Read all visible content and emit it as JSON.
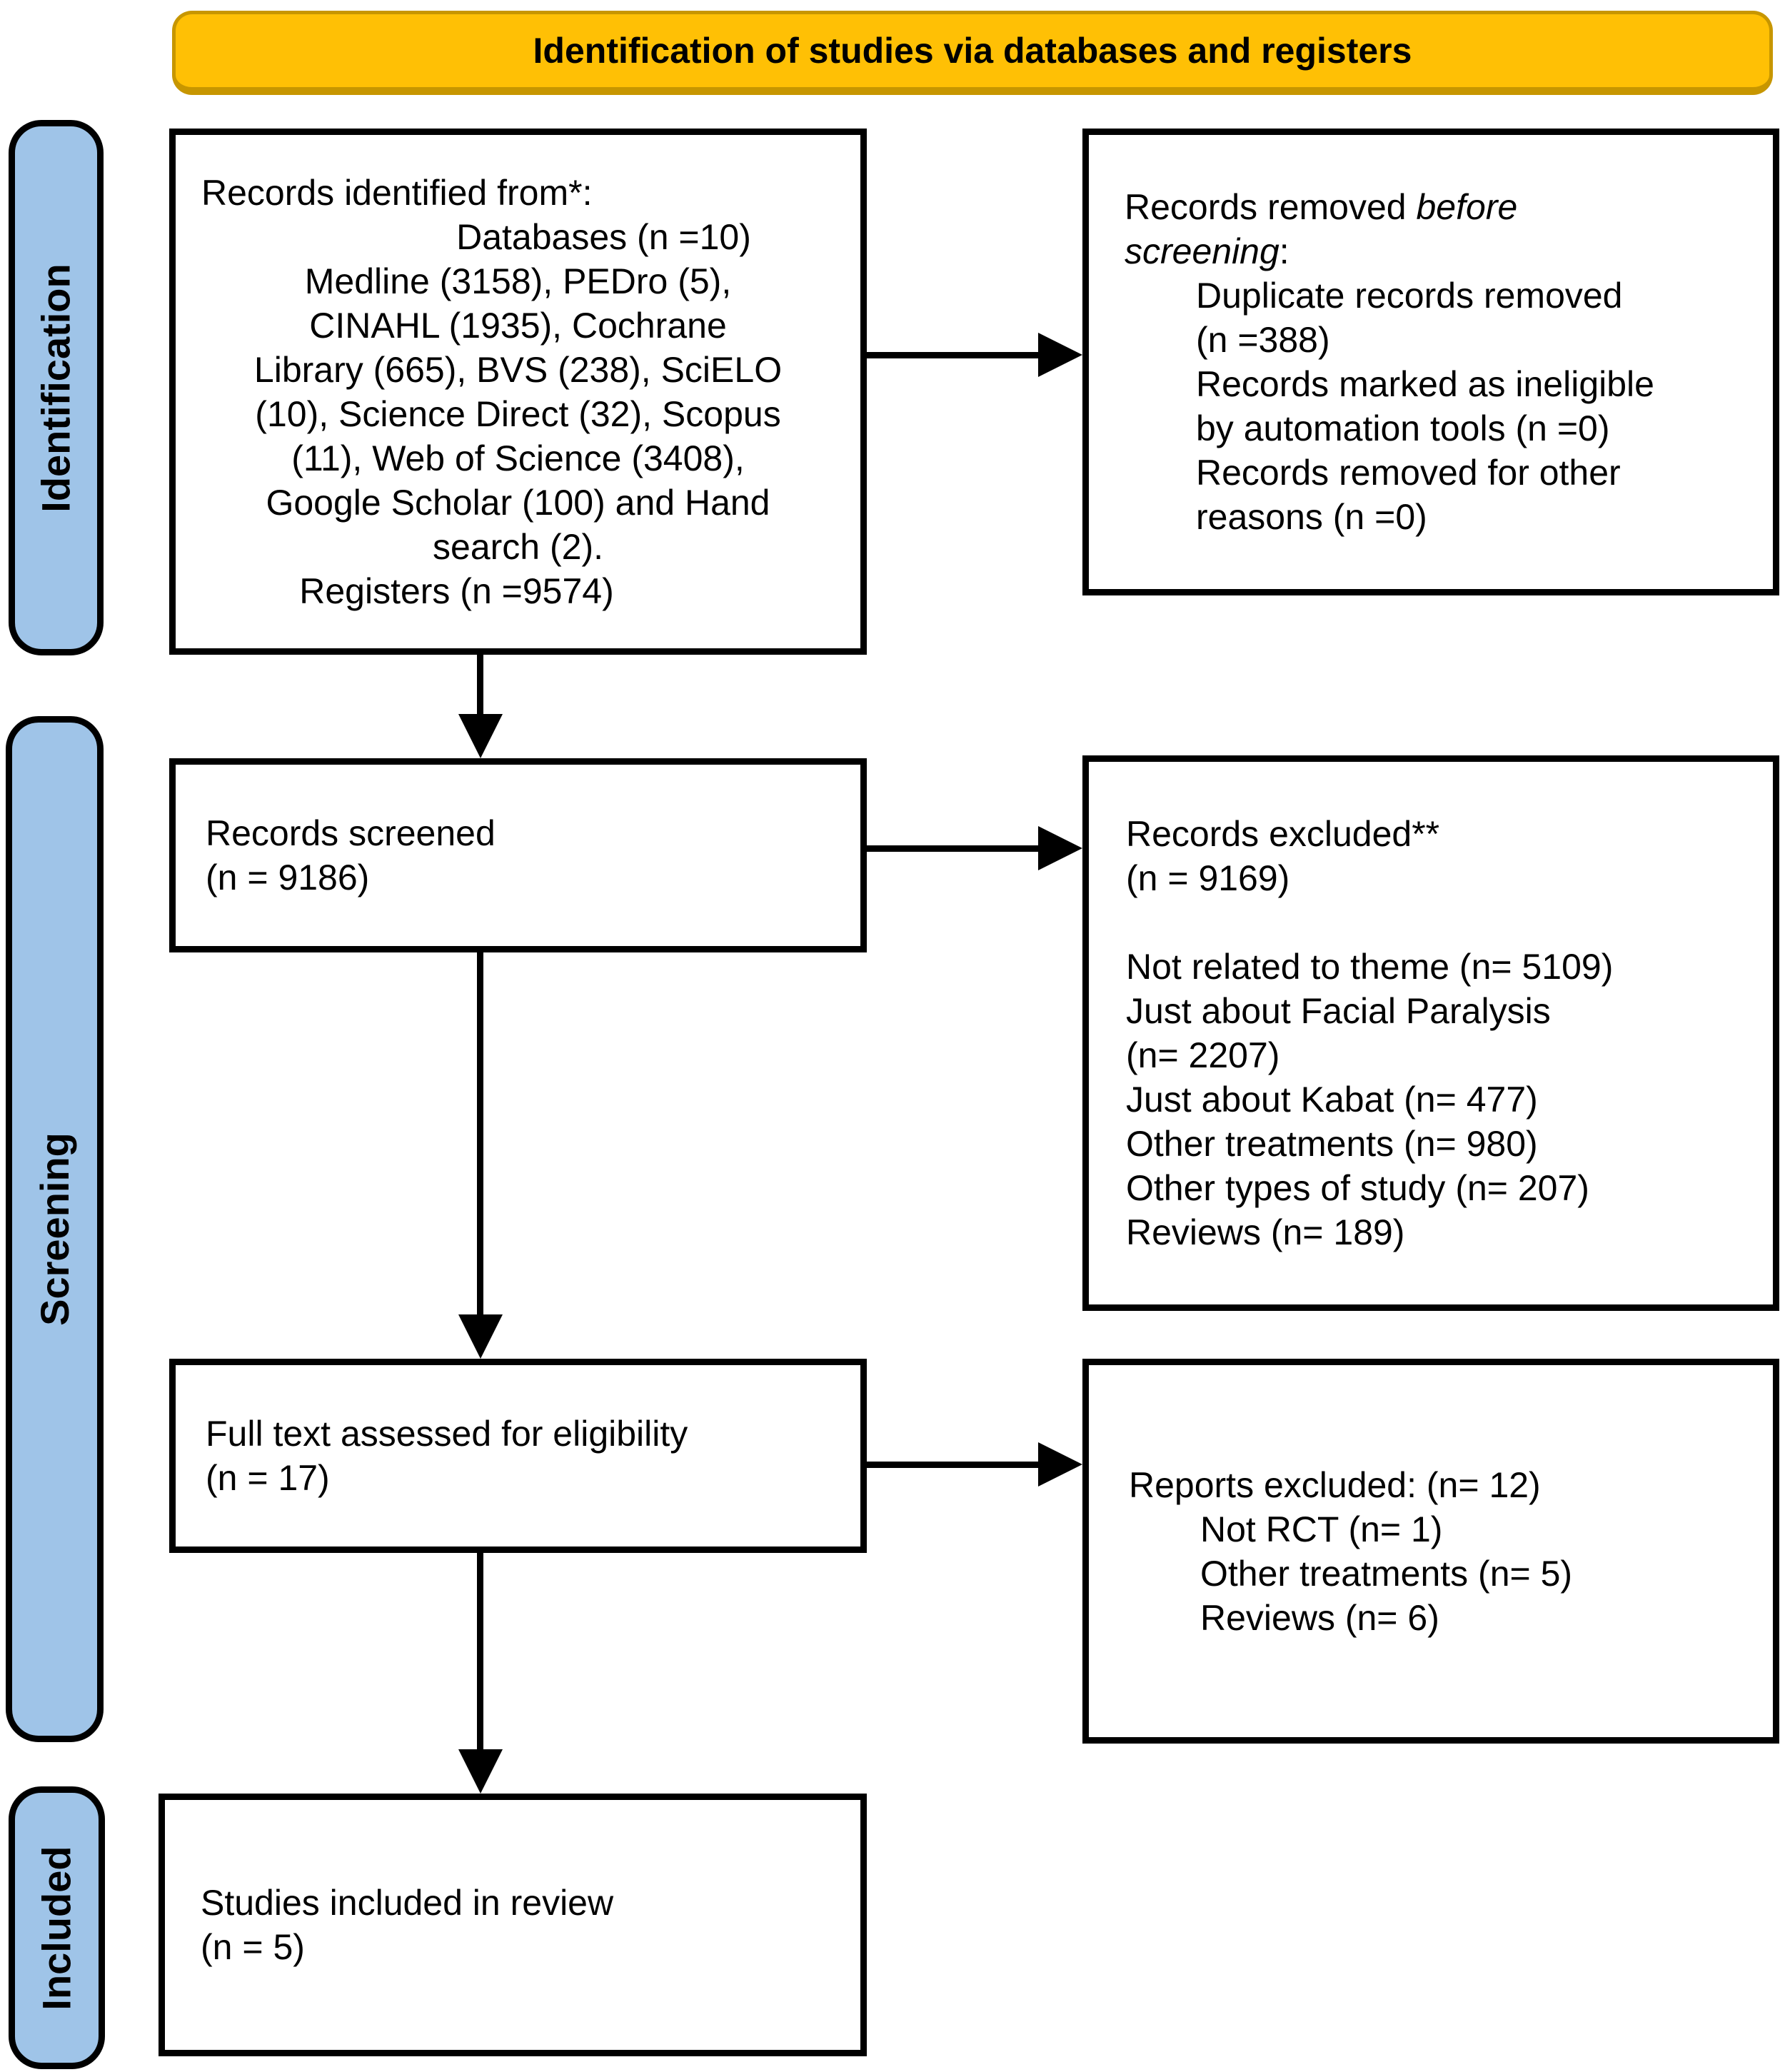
{
  "banner": {
    "label": "Identification of studies via databases and registers"
  },
  "stages": {
    "identification": "Identification",
    "screening": "Screening",
    "included": "Included"
  },
  "boxes": {
    "identified": {
      "lines": [
        "Records identified from*:",
        "Databases (n =10)",
        "Medline (3158), PEDro (5),",
        "CINAHL (1935), Cochrane",
        "Library (665), BVS (238), SciELO",
        "(10), Science Direct (32), Scopus",
        "(11), Web of Science (3408),",
        "Google Scholar (100) and Hand",
        "search (2).",
        "Registers (n =9574)"
      ]
    },
    "removed": {
      "intro_line1_normal": "Records removed ",
      "intro_line1_italic": "before",
      "intro_line2_italic": "screening",
      "intro_line2_punct": ":",
      "items": [
        [
          "Duplicate records removed",
          "(n =388)"
        ],
        [
          "Records marked as ineligible",
          "by automation tools (n =0)"
        ],
        [
          "Records removed for other",
          "reasons (n =0)"
        ]
      ]
    },
    "screened": {
      "lines": [
        "Records screened",
        "(n = 9186)"
      ]
    },
    "excluded": {
      "lines": [
        "Records excluded**",
        "(n = 9169)",
        "",
        "Not related to theme (n= 5109)",
        "Just about Facial Paralysis",
        "(n= 2207)",
        "Just about Kabat (n= 477)",
        "Other treatments (n= 980)",
        "Other types of study (n= 207)",
        "Reviews (n= 189)"
      ]
    },
    "fulltext": {
      "lines": [
        "Full text assessed for eligibility",
        "(n = 17)"
      ]
    },
    "reports": {
      "intro": "Reports excluded: (n= 12)",
      "items": [
        "Not RCT (n= 1)",
        "Other treatments (n= 5)",
        "Reviews (n= 6)"
      ]
    },
    "included_box": {
      "lines": [
        "Studies included in review",
        "(n = 5)"
      ]
    }
  },
  "colors": {
    "banner_fill": "#FFC005",
    "banner_border": "#C79600",
    "stage_fill": "#9FC4E8",
    "box_border": "#000000",
    "arrow": "#000000"
  }
}
